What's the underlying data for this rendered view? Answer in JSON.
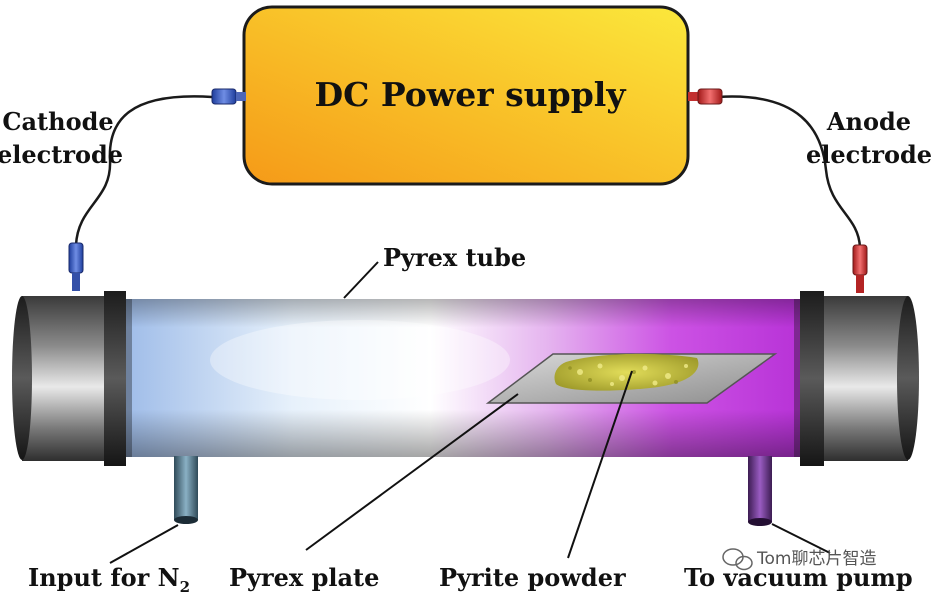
{
  "power_supply": {
    "label": "DC Power supply"
  },
  "labels": {
    "cathode_line1": "Cathode",
    "cathode_line2": "electrode",
    "anode_line1": "Anode",
    "anode_line2": "electrode",
    "pyrex_tube": "Pyrex tube",
    "input_n2": "Input for N",
    "input_n2_sub": "2",
    "pyrex_plate": "Pyrex plate",
    "pyrite_powder": "Pyrite powder",
    "vacuum_pump": "To vacuum pump"
  },
  "watermark": {
    "text": "Tom聊芯片智造"
  },
  "colors": {
    "cathode_lead": "#3a5fc8",
    "anode_lead": "#d83a3a",
    "supply_gradient_start": "#f7a21a",
    "supply_gradient_end": "#fbe63a",
    "plasma_blue": "#a9c6ee",
    "plasma_magenta": "#c23be0",
    "powder": "#c9c43a"
  }
}
